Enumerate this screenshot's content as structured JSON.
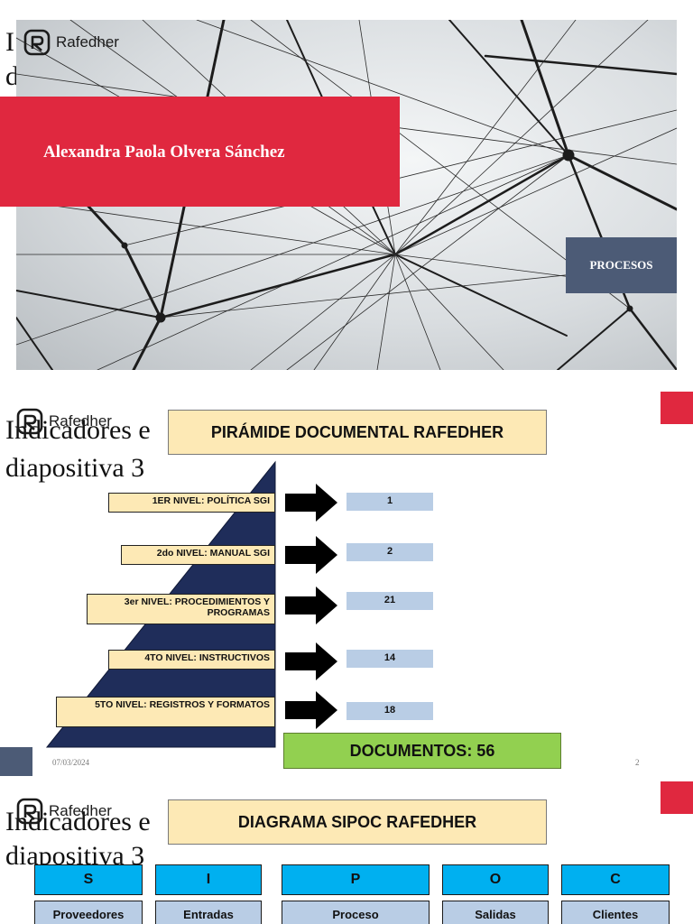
{
  "brand": {
    "name": "Rafedher"
  },
  "slide1": {
    "ghost_line_1": "I",
    "ghost_line_2": "d",
    "author": "Alexandra Paola Olvera Sánchez",
    "section": "PROCESOS",
    "colors": {
      "band": "#e0283f",
      "section_box": "#4c5b76"
    }
  },
  "slide2": {
    "ghost_line_1": "Indicadores e",
    "ghost_line_2": "diapositiva 3",
    "title": "PIRÁMIDE DOCUMENTAL RAFEDHER",
    "levels": [
      {
        "label": "1ER NIVEL: POLÍTICA  SGI",
        "count": "1"
      },
      {
        "label": "2do NIVEL: MANUAL SGI",
        "count": "2"
      },
      {
        "label": "3er  NIVEL: PROCEDIMIENTOS Y PROGRAMAS",
        "count": "21"
      },
      {
        "label": "4TO NIVEL: INSTRUCTIVOS",
        "count": "14"
      },
      {
        "label": "5TO NIVEL: REGISTROS Y FORMATOS",
        "count": "18"
      }
    ],
    "total": "DOCUMENTOS: 56",
    "date": "07/03/2024",
    "page": "2",
    "colors": {
      "pyramid": "#1f2d5a",
      "level_box": "#fde9b5",
      "count_box": "#b9cde5",
      "total_box": "#92d050"
    }
  },
  "slide3": {
    "ghost_line_1": "Indicadores e",
    "ghost_line_2": "diapositiva 3",
    "title": "DIAGRAMA SIPOC RAFEDHER",
    "columns": [
      {
        "letter": "S",
        "header": "Proveedores"
      },
      {
        "letter": "I",
        "header": "Entradas"
      },
      {
        "letter": "P",
        "header": "Proceso"
      },
      {
        "letter": "O",
        "header": "Salidas"
      },
      {
        "letter": "C",
        "header": "Clientes"
      }
    ],
    "colors": {
      "letter_box": "#00b0f0",
      "header_box": "#b9cde5"
    }
  }
}
